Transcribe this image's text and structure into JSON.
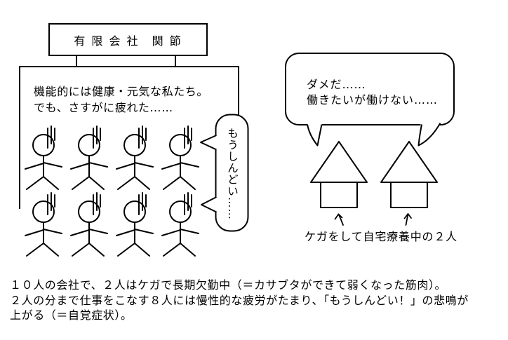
{
  "title_box": {
    "label": "有 限 会 社　関 節"
  },
  "office": {
    "caption": "機能的には健康・元気な私たち。\nでも、さすがに疲れた……",
    "workers": {
      "count": 8,
      "rows": 2,
      "cols": 4
    },
    "bubble_text": "もうしんどい……"
  },
  "home": {
    "bubble_text": "ダメだ……\n働きたいが働けない……",
    "house_count": 2,
    "label": "ケガをして自宅療養中の２人"
  },
  "bottom_caption": "１０人の会社で、２人はケガで長期欠勤中（＝カサブタができて弱くなった筋肉）。\n２人の分まで仕事をこなす８人には慢性的な疲労がたまり、「もうしんどい！」の悲鳴が\n上がる（＝自覚症状）。",
  "colors": {
    "ink": "#000000",
    "background": "#ffffff"
  }
}
